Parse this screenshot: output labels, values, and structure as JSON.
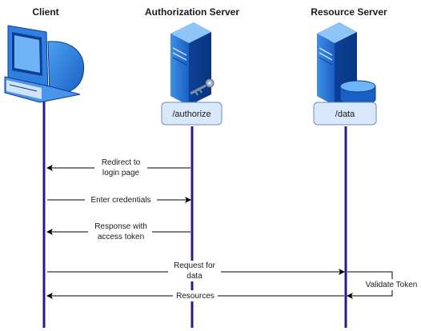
{
  "actors": {
    "client": {
      "title": "Client",
      "icon": "computer-icon"
    },
    "auth": {
      "title": "Authorization Server",
      "icon": "server-key-icon",
      "endpoint": "/authorize"
    },
    "resource": {
      "title": "Resource Server",
      "icon": "server-database-icon",
      "endpoint": "/data"
    }
  },
  "messages": [
    {
      "id": "redirect",
      "from": "auth",
      "to": "client",
      "lines": [
        "Redirect to",
        "login page"
      ]
    },
    {
      "id": "credentials",
      "from": "client",
      "to": "auth",
      "lines": [
        "Enter credentials"
      ]
    },
    {
      "id": "response",
      "from": "auth",
      "to": "client",
      "lines": [
        "Response with",
        "access token"
      ]
    },
    {
      "id": "request",
      "from": "client",
      "to": "resource",
      "lines": [
        "Request for",
        "data"
      ]
    },
    {
      "id": "validate",
      "from": "resource",
      "to": "resource",
      "lines": [
        "Validate Token"
      ]
    },
    {
      "id": "resources",
      "from": "resource",
      "to": "client",
      "lines": [
        "Resources"
      ]
    }
  ],
  "colors": {
    "lifeline": "#261a8f",
    "endpoint_fill": "#dae8fc",
    "endpoint_stroke": "#6c8ebf",
    "icon_blue": "#1e6fd6",
    "icon_dark": "#0b3d91",
    "icon_light": "#cfe3fb",
    "arrow": "#000000"
  }
}
